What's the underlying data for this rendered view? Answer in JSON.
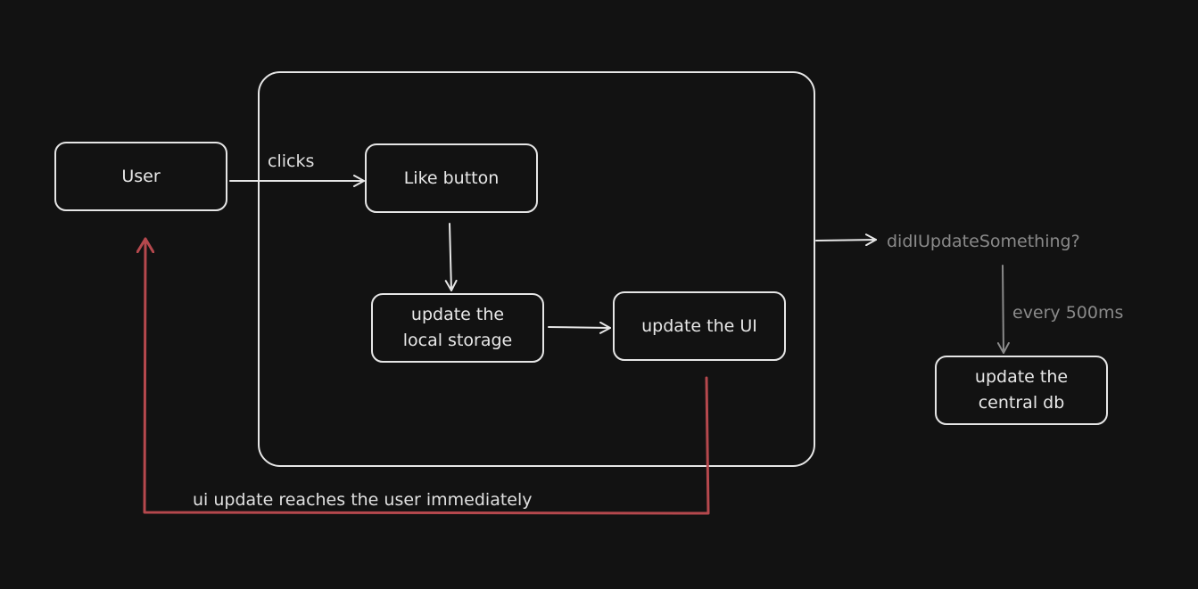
{
  "diagram": {
    "nodes": {
      "user": {
        "label": "User"
      },
      "like_button": {
        "label": "Like button"
      },
      "local_storage": {
        "line1": "update the",
        "line2": "local storage"
      },
      "update_ui": {
        "label": "update the UI"
      },
      "central_db": {
        "line1": "update the",
        "line2": "central db"
      }
    },
    "edges": {
      "user_to_like": {
        "label": "clicks"
      },
      "container_to_check": {
        "label": "didIUpdateSomething?"
      },
      "check_to_db": {
        "label": "every 500ms"
      },
      "ui_to_user": {
        "label": "ui update reaches the user immediately"
      }
    },
    "colors": {
      "background": "#121212",
      "stroke": "#e6e6e6",
      "muted": "#8a8a8a",
      "feedback": "#b5484d"
    }
  }
}
